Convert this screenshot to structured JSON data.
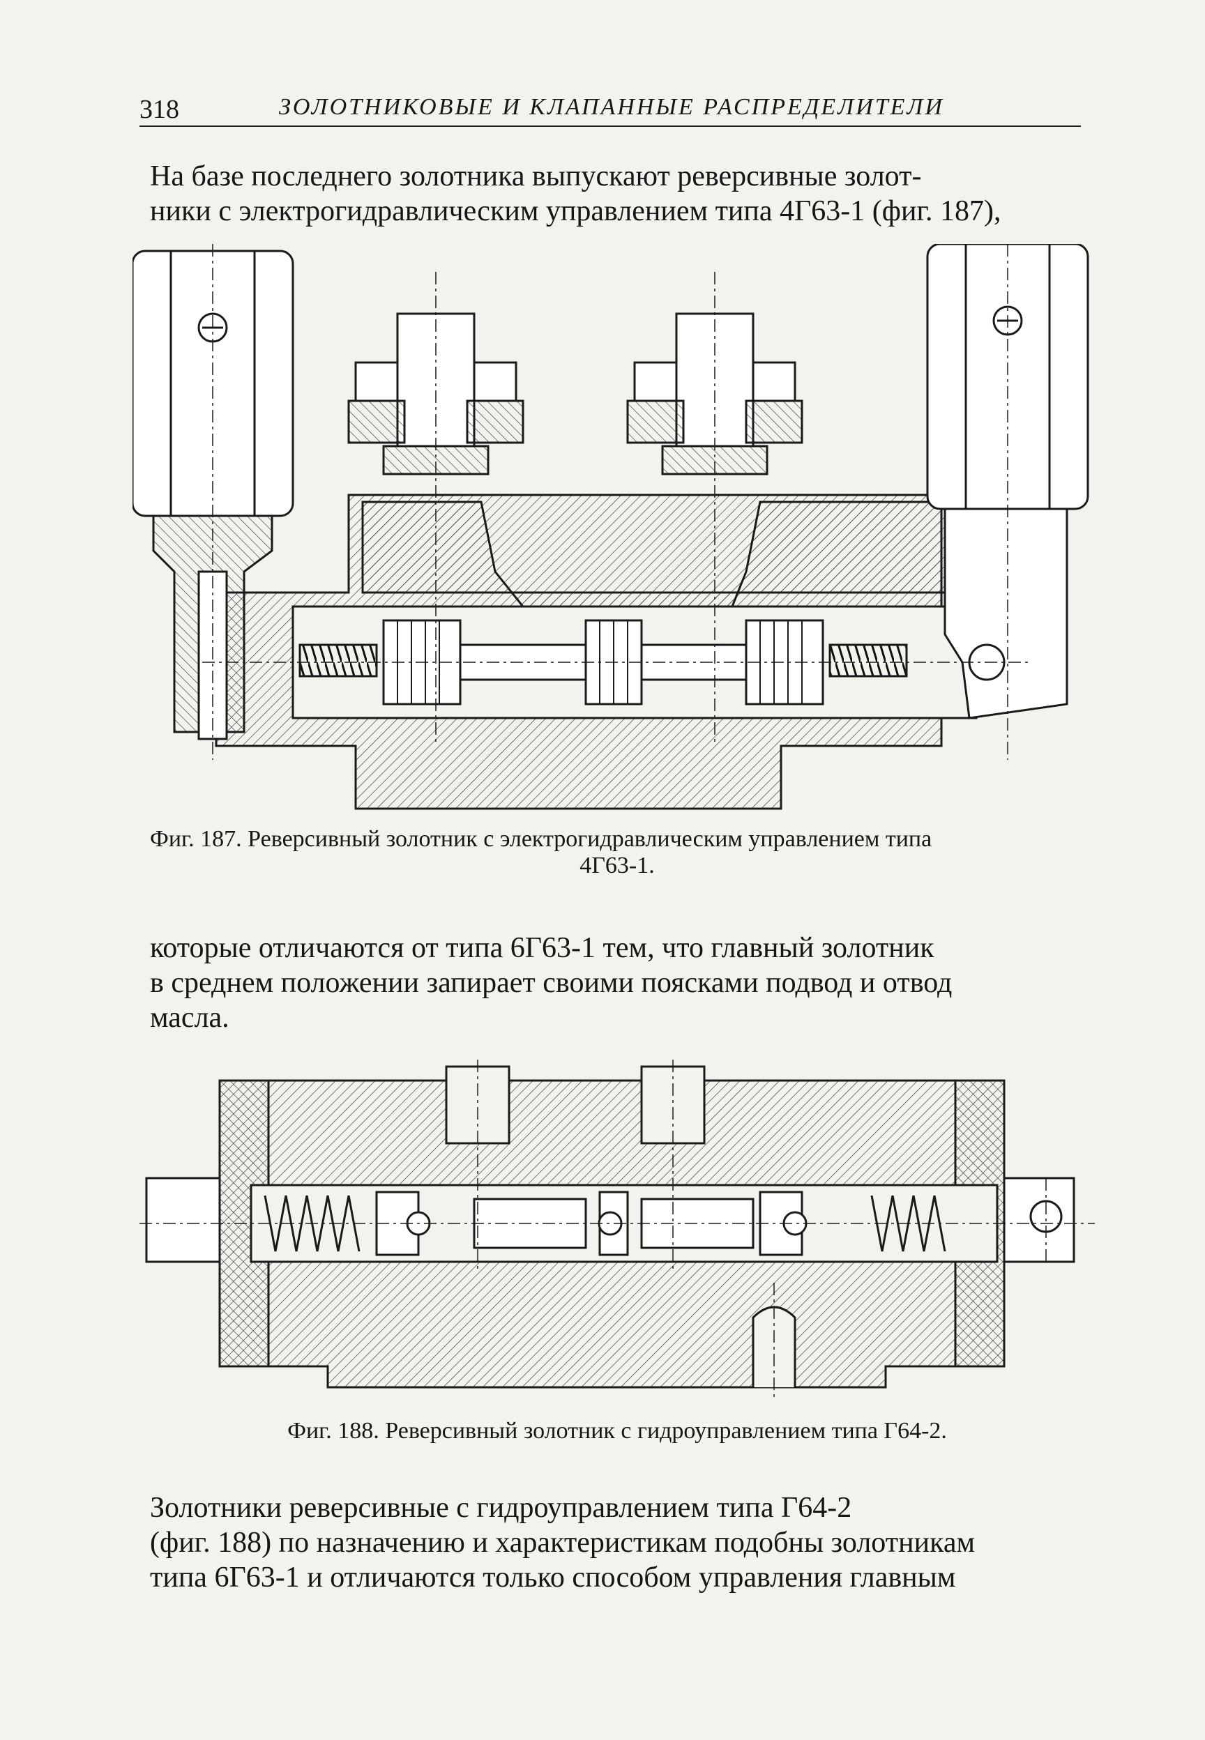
{
  "header": {
    "page_number": "318",
    "section_title": "ЗОЛОТНИКОВЫЕ И КЛАПАННЫЕ РАСПРЕДЕЛИТЕЛИ"
  },
  "paragraph1": {
    "lines": [
      "На базе последнего золотника выпускают реверсивные золот-",
      "ники с электрогидравлическим управлением типа 4Г63-1 (фиг. 187),"
    ]
  },
  "figure187": {
    "caption_line1": "Фиг. 187. Реверсивный золотник с электрогидравлическим управлением типа",
    "caption_line2": "4Г63-1."
  },
  "paragraph2": {
    "lines": [
      "которые отличаются от типа 6Г63-1 тем, что главный золотник",
      "в среднем положении запирает своими поясками подвод и отвод",
      "масла."
    ]
  },
  "figure188": {
    "caption": "Фиг. 188. Реверсивный золотник с гидроуправлением типа Г64-2."
  },
  "paragraph3": {
    "lines": [
      "Золотники реверсивные с гидроуправлением типа Г64-2",
      "(фиг. 188) по назначению и характеристикам подобны золотникам",
      "типа 6Г63-1 и отличаются только способом управления главным"
    ]
  }
}
